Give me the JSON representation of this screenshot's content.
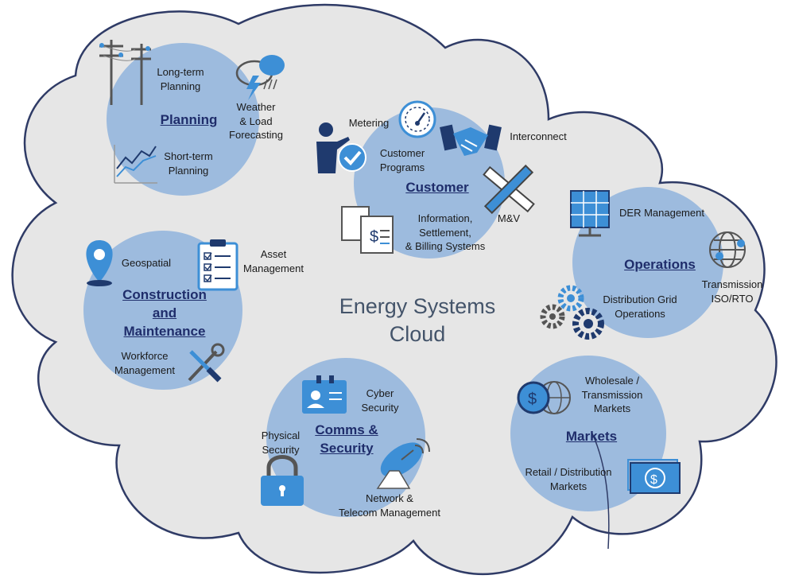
{
  "cloud_title": [
    "Energy Systems",
    "Cloud"
  ],
  "colors": {
    "cloud_fill": "#e6e6e6",
    "cloud_stroke": "#2f3b66",
    "circle_fill": "#9dbbde",
    "title_text": "#1f2d6b",
    "icon_blue": "#3d8fd6",
    "icon_dark": "#1f3a6e"
  },
  "groups": {
    "planning": {
      "title": "Planning",
      "long_term": [
        "Long-term",
        "Planning"
      ],
      "weather": [
        "Weather",
        "& Load",
        "Forecasting"
      ],
      "short_term": [
        "Short-term",
        "Planning"
      ]
    },
    "customer": {
      "title": "Customer",
      "metering": "Metering",
      "interconnect": "Interconnect",
      "programs": [
        "Customer",
        "Programs"
      ],
      "mv": "M&V",
      "billing": [
        "Information,",
        "Settlement,",
        "& Billing Systems"
      ]
    },
    "operations": {
      "title": "Operations",
      "der": "DER Management",
      "transmission": [
        "Transmission",
        "ISO/RTO"
      ],
      "distribution": [
        "Distribution Grid",
        "Operations"
      ]
    },
    "construction": {
      "title": [
        "Construction",
        "and",
        "Maintenance"
      ],
      "geospatial": "Geospatial",
      "asset": [
        "Asset",
        "Management"
      ],
      "workforce": [
        "Workforce",
        "Management"
      ]
    },
    "comms": {
      "title": [
        "Comms &",
        "Security"
      ],
      "cyber": [
        "Cyber",
        "Security"
      ],
      "physical": [
        "Physical",
        "Security"
      ],
      "network": [
        "Network &",
        "Telecom Management"
      ]
    },
    "markets": {
      "title": "Markets",
      "wholesale": [
        "Wholesale /",
        "Transmission",
        "Markets"
      ],
      "retail": [
        "Retail / Distribution",
        "Markets"
      ]
    }
  },
  "icons": [
    "power-pole-icon",
    "weather-cloud-icon",
    "line-graph-icon",
    "gauge-icon",
    "handshake-icon",
    "presenter-check-icon",
    "ruler-pencil-icon",
    "bill-document-icon",
    "solar-panel-icon",
    "network-globe-icon",
    "gears-icon",
    "map-pin-icon",
    "clipboard-checklist-icon",
    "wrench-screwdriver-icon",
    "id-badge-icon",
    "padlock-icon",
    "satellite-dish-icon",
    "dollar-globe-icon",
    "money-bill-icon"
  ]
}
